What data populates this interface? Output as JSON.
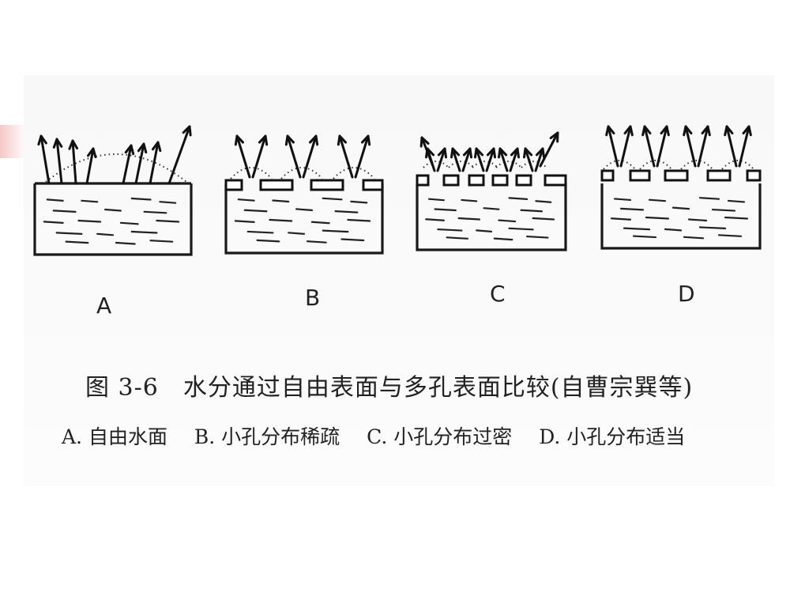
{
  "figure": {
    "panels": [
      {
        "id": "A",
        "label": "A"
      },
      {
        "id": "B",
        "label": "B"
      },
      {
        "id": "C",
        "label": "C"
      },
      {
        "id": "D",
        "label": "D"
      }
    ],
    "caption_title": "图 3-6　水分通过自由表面与多孔表面比较(自曹宗巽等)",
    "caption_items": [
      "A. 自由水面",
      "B. 小孔分布稀疏",
      "C. 小孔分布过密",
      "D. 小孔分布适当"
    ]
  },
  "colors": {
    "accent": "#f4c8c8",
    "ink": "#1a1a1a"
  }
}
